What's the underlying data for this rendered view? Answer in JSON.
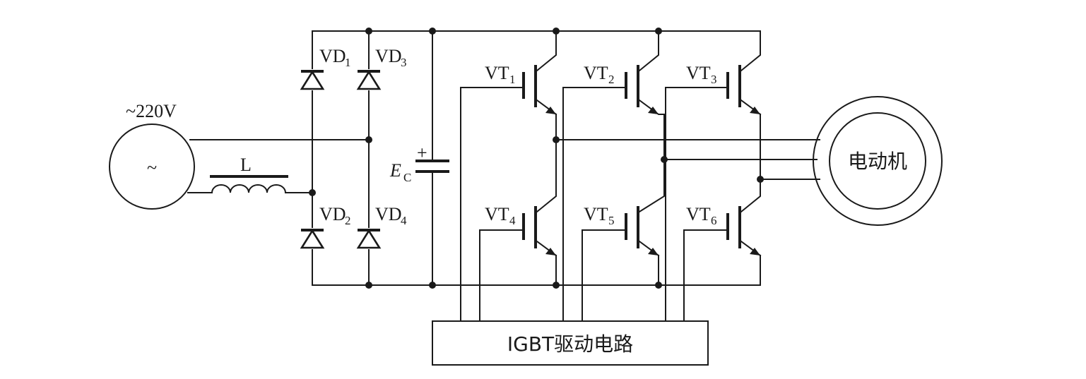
{
  "source": {
    "label": "~220V",
    "symbol": "~"
  },
  "inductor": {
    "label": "L"
  },
  "diodes": [
    {
      "name": "VD",
      "sub": "1"
    },
    {
      "name": "VD",
      "sub": "3"
    },
    {
      "name": "VD",
      "sub": "2"
    },
    {
      "name": "VD",
      "sub": "4"
    }
  ],
  "capacitor": {
    "name": "E",
    "sub": "C",
    "plus": "+"
  },
  "transistors": [
    {
      "name": "VT",
      "sub": "1"
    },
    {
      "name": "VT",
      "sub": "2"
    },
    {
      "name": "VT",
      "sub": "3"
    },
    {
      "name": "VT",
      "sub": "4"
    },
    {
      "name": "VT",
      "sub": "5"
    },
    {
      "name": "VT",
      "sub": "6"
    }
  ],
  "motor": {
    "label": "电动机"
  },
  "driver": {
    "label": "IGBT驱动电路"
  }
}
